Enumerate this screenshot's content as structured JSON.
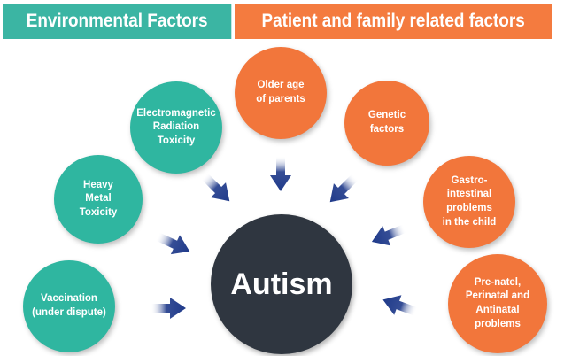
{
  "headers": {
    "environmental": "Environmental Factors",
    "patient": "Patient and family related factors"
  },
  "center_label": "Autism",
  "environmental_factors": [
    "Electromagnetic\nRadiation\nToxicity",
    "Heavy\nMetal\nToxicity",
    "Vaccination\n(under dispute)"
  ],
  "patient_factors": [
    "Older age\nof parents",
    "Genetic\nfactors",
    "Gastro-\nintestinal\nproblems\nin the child",
    "Pre-natel,\nPerinatal and\nAntinatal\nproblems"
  ],
  "colors": {
    "environmental": "#2fb6a0",
    "patient": "#f2763b",
    "center": "#2f3640",
    "arrow": "#1f3a8a"
  }
}
